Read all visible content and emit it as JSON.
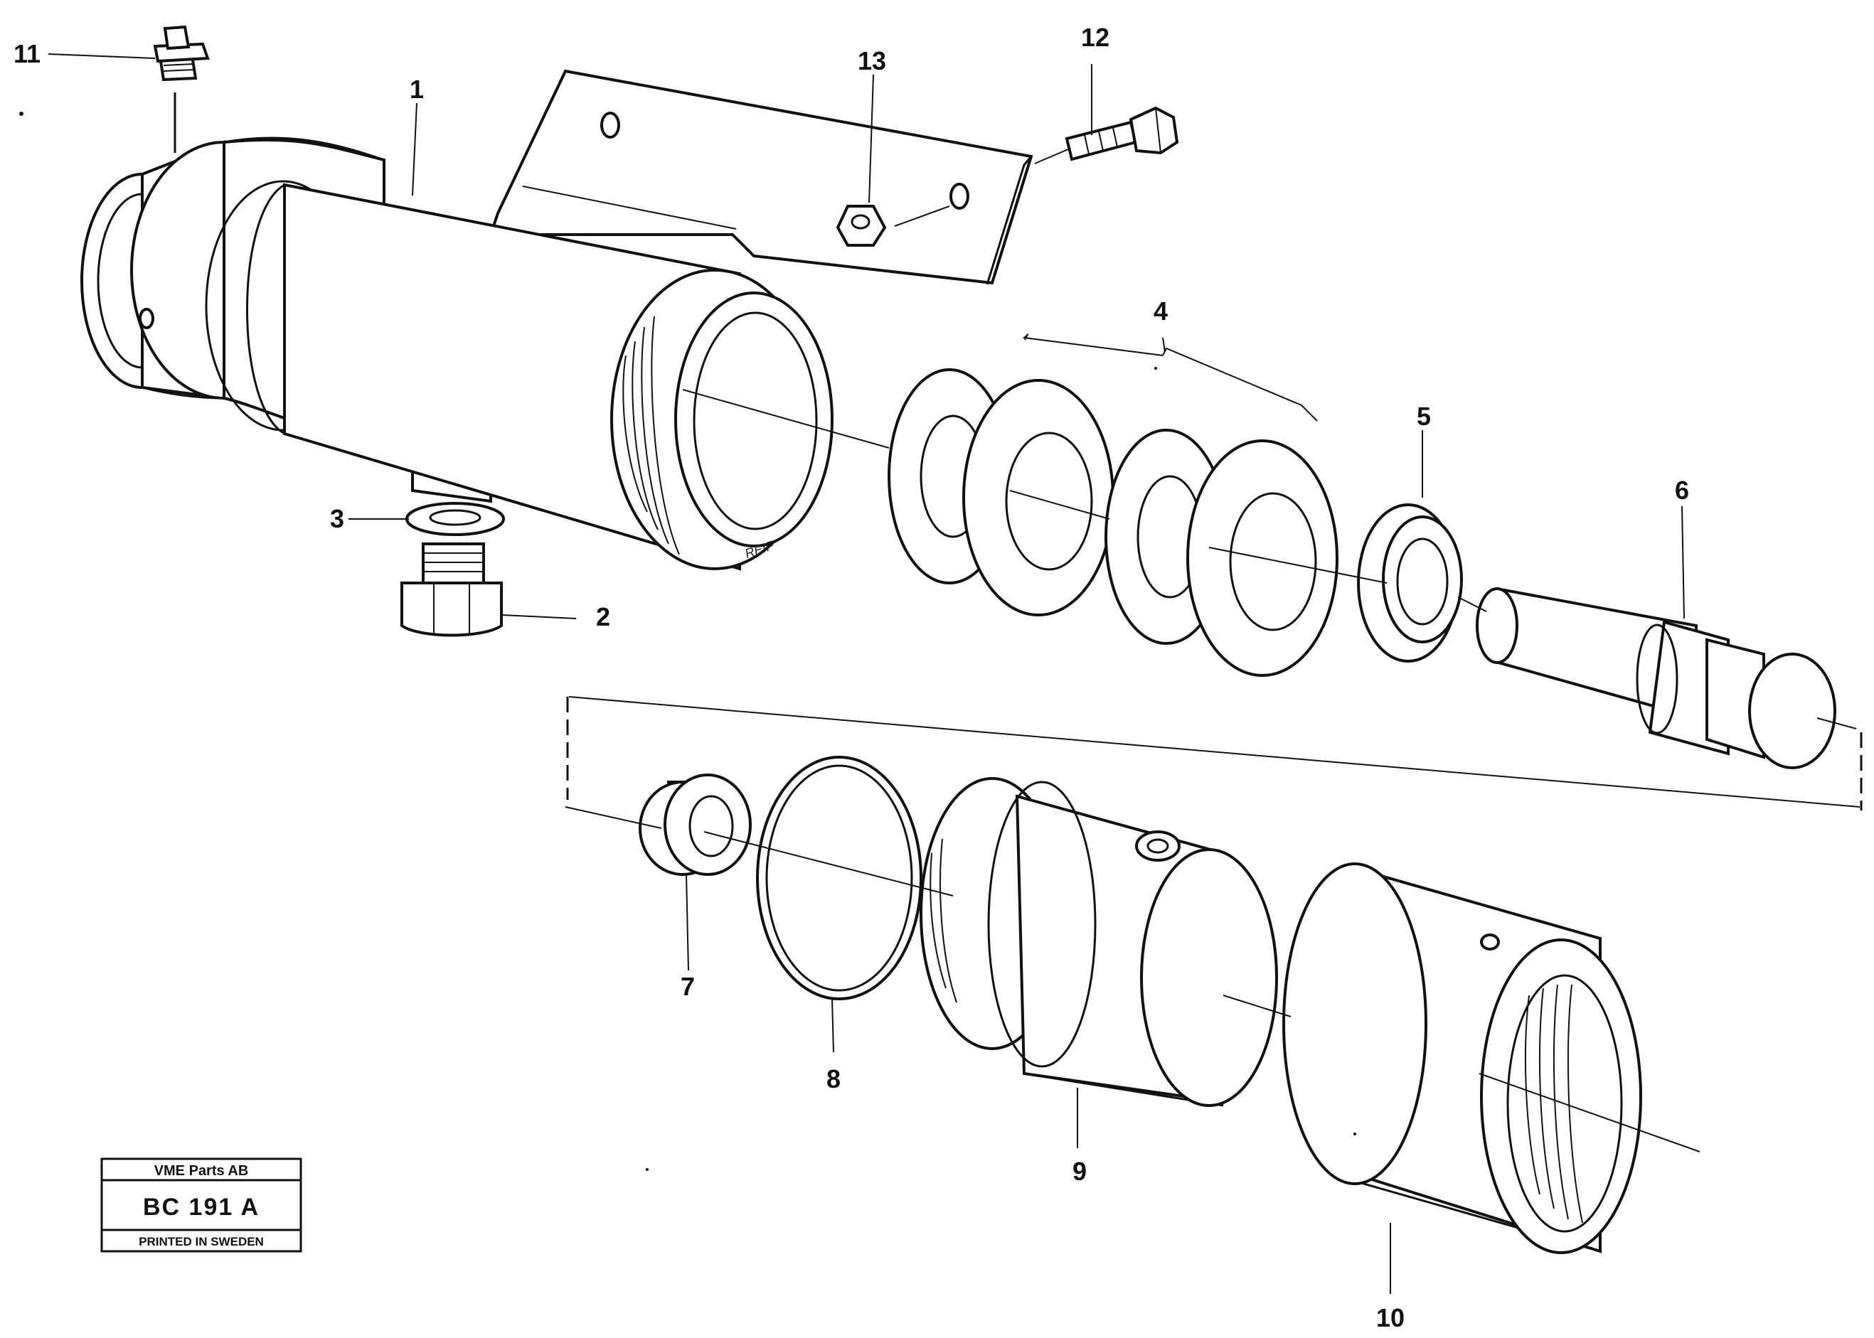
{
  "callouts": [
    "1",
    "2",
    "3",
    "4",
    "5",
    "6",
    "7",
    "8",
    "9",
    "10",
    "11",
    "12",
    "13"
  ],
  "engraving": "REIF",
  "stamp": {
    "company": "VME Parts AB",
    "code": "BC 191 A",
    "printed": "PRINTED IN SWEDEN"
  }
}
